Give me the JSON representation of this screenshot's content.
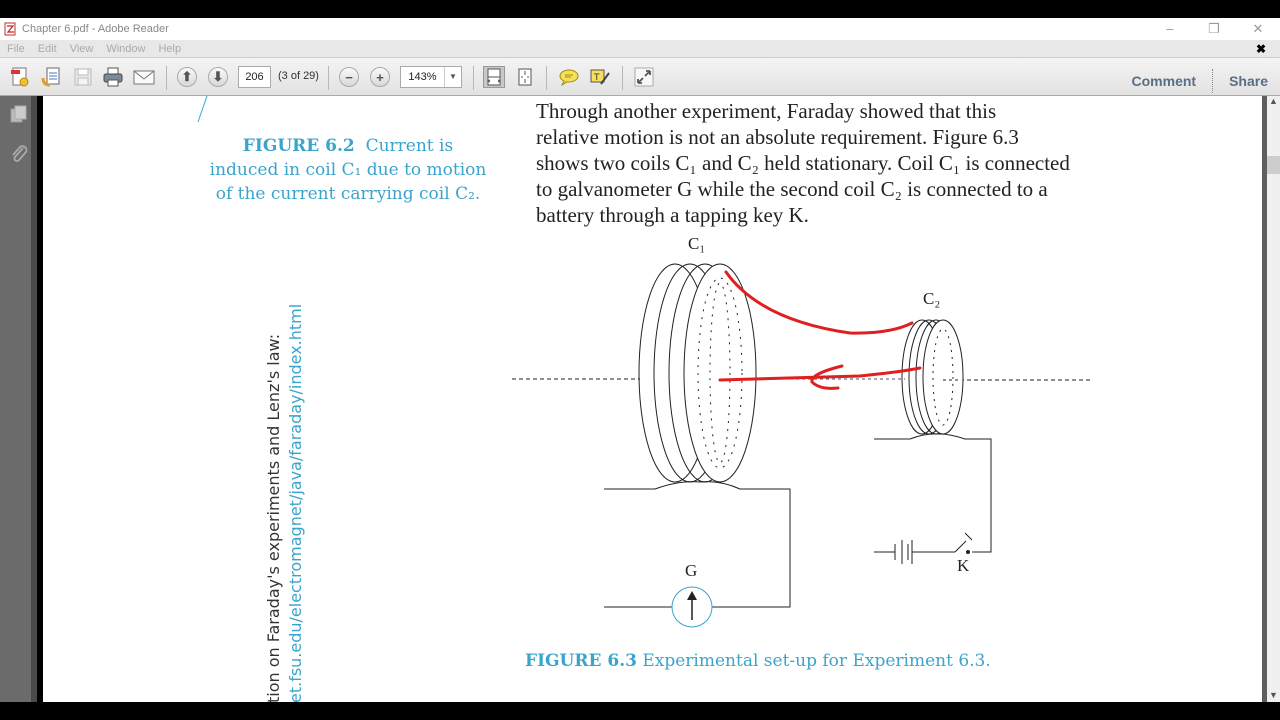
{
  "window": {
    "title": "Chapter 6.pdf - Adobe Reader",
    "controls": [
      "minimize",
      "restore",
      "close"
    ]
  },
  "menu": {
    "items": [
      "File",
      "Edit",
      "View",
      "Window",
      "Help"
    ],
    "close_label": "✖"
  },
  "toolbar": {
    "page_number": "206",
    "page_count": "(3 of 29)",
    "zoom_level": "143%",
    "comment_label": "Comment",
    "share_label": "Share"
  },
  "document": {
    "body_lines": [
      "Through another experiment, Faraday showed that this",
      "relative motion is not an absolute requirement. Figure 6.3",
      "shows two coils C₁ and C₂ held stationary. Coil C₁ is connected",
      "to galvanometer G while the second coil C₂ is connected to a",
      "battery through a tapping key K."
    ],
    "figure62": {
      "label": "FIGURE 6.2",
      "line1": "Current is",
      "line2": "induced in coil C₁ due to motion",
      "line3": "of the current carrying coil C₂."
    },
    "sidenote": {
      "line1": "tion on Faraday's experiments and Lenz's law:",
      "line2": "et.fsu.edu/electromagnet/java/faraday/index.html"
    },
    "diagram": {
      "coil1_label": "C₁",
      "coil2_label": "C₂",
      "galvanometer_label": "G",
      "key_label": "K",
      "annotation_color": "#e02020"
    },
    "figure63": {
      "label": "FIGURE 6.3",
      "caption": "Experimental set-up for Experiment 6.3."
    }
  },
  "colors": {
    "accent": "#3aa4cc",
    "panel": "#6b6b6b",
    "button_text": "#5a6e85"
  }
}
